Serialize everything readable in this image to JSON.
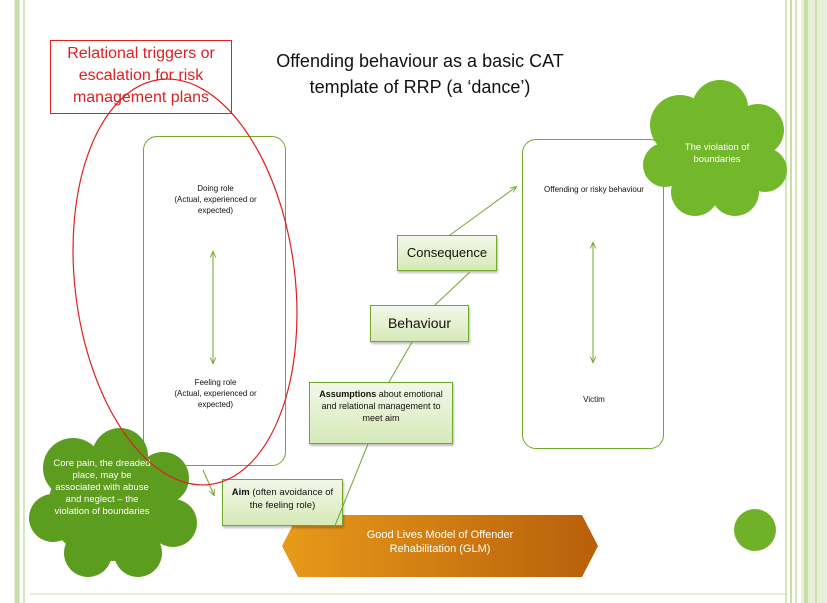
{
  "title_line1": "Offending behaviour as a basic CAT",
  "title_line2": "template of RRP (a ‘dance’)",
  "red_label": "Relational triggers or escalation for risk management plans",
  "left_box": {
    "doing_title": "Doing role",
    "doing_sub": "(Actual, experienced or expected)",
    "feeling_title": "Feeling role",
    "feeling_sub": "(Actual, experienced or expected)"
  },
  "right_box": {
    "top": "Offending or risky behaviour",
    "bottom": "Victim"
  },
  "consequence": "Consequence",
  "behaviour": "Behaviour",
  "assumptions_bold": "Assumptions",
  "assumptions_rest": " about emotional and relational management to meet aim",
  "aim_bold": "Aim",
  "aim_rest": " (often avoidance of the feeling role)",
  "cloud_top": "The violation of boundaries",
  "cloud_left": "Core pain, the dreaded place, may be associated with abuse and neglect – the violation of boundaries",
  "glm_line1": "Good Lives Model of Offender",
  "glm_line2": "Rehabilitation (GLM)",
  "colors": {
    "green": "#6fa82a",
    "red": "#e02020",
    "orange": "#d77d0f"
  }
}
